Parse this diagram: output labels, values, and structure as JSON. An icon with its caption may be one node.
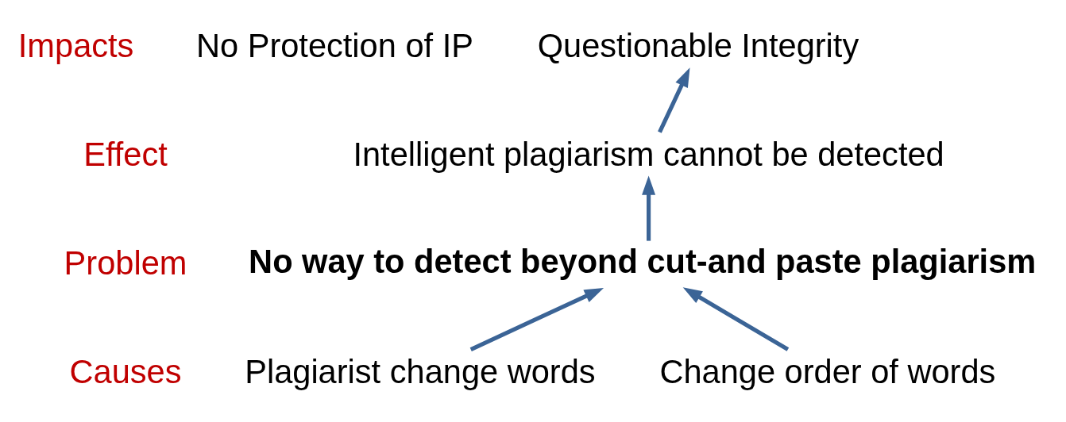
{
  "diagram": {
    "nodes": [
      {
        "text": [
          "No Protection of IP"
        ]
      },
      {
        "text": [
          "Questionable Integrity"
        ]
      },
      {
        "text": [
          "Intelligent plagiarism cannot be detected"
        ]
      },
      {
        "text": [
          "No way to detect beyond cut-and paste plagiarism"
        ]
      },
      {
        "text": [
          "Plagiarist change words"
        ]
      },
      {
        "text": [
          "Change order of words"
        ]
      }
    ],
    "edges": [
      {
        "from": 4,
        "to": 3,
        "arrow": "to"
      },
      {
        "from": 5,
        "to": 3,
        "arrow": "to"
      },
      {
        "from": 3,
        "to": 2,
        "arrow": "to"
      },
      {
        "from": 2,
        "to": 1,
        "arrow": "to"
      }
    ],
    "labels": [
      "Impacts",
      "Effect",
      "Problem",
      "Causes"
    ]
  }
}
